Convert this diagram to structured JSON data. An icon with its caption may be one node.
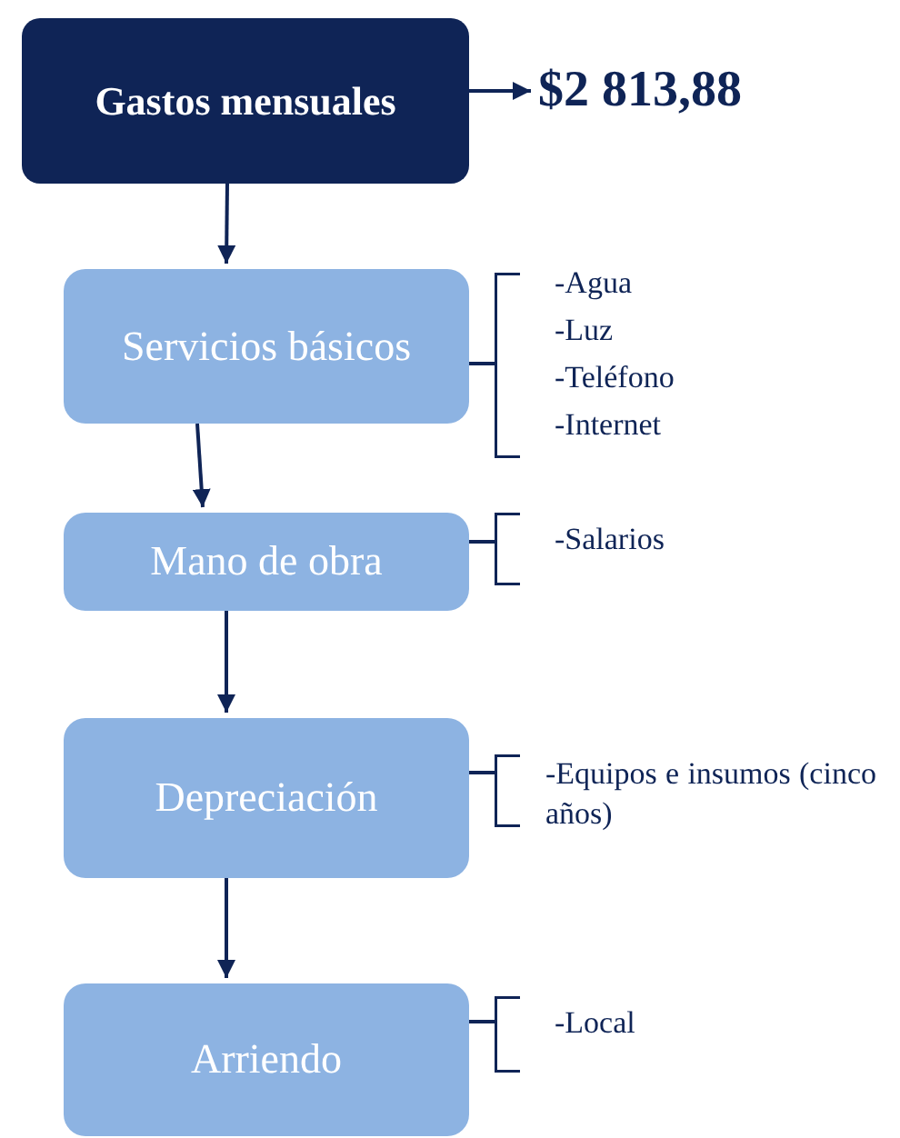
{
  "diagram": {
    "nodes": [
      {
        "text": [
          "Gastos mensuales"
        ]
      },
      {
        "text": [
          "$2 813,88"
        ]
      },
      {
        "text": [
          "Servicios básicos"
        ]
      },
      {
        "text": [
          "-Agua",
          "-Luz",
          "-Teléfono",
          "-Internet"
        ]
      },
      {
        "text": [
          "Mano de obra"
        ]
      },
      {
        "text": [
          "-Salarios"
        ]
      },
      {
        "text": [
          "Depreciación"
        ]
      },
      {
        "text": [
          "-Equipos e insumos (cinco años)"
        ]
      },
      {
        "text": [
          "Arriendo"
        ]
      },
      {
        "text": [
          "-Local"
        ]
      }
    ],
    "edges": [
      {
        "from": 0,
        "to": 1,
        "arrow": "to"
      },
      {
        "from": 0,
        "to": 2,
        "arrow": "to"
      },
      {
        "from": 2,
        "to": 3,
        "arrow": "none"
      },
      {
        "from": 2,
        "to": 4,
        "arrow": "to"
      },
      {
        "from": 4,
        "to": 5,
        "arrow": "none"
      },
      {
        "from": 4,
        "to": 6,
        "arrow": "to"
      },
      {
        "from": 6,
        "to": 7,
        "arrow": "none"
      },
      {
        "from": 6,
        "to": 8,
        "arrow": "to"
      },
      {
        "from": 8,
        "to": 9,
        "arrow": "none"
      }
    ]
  }
}
